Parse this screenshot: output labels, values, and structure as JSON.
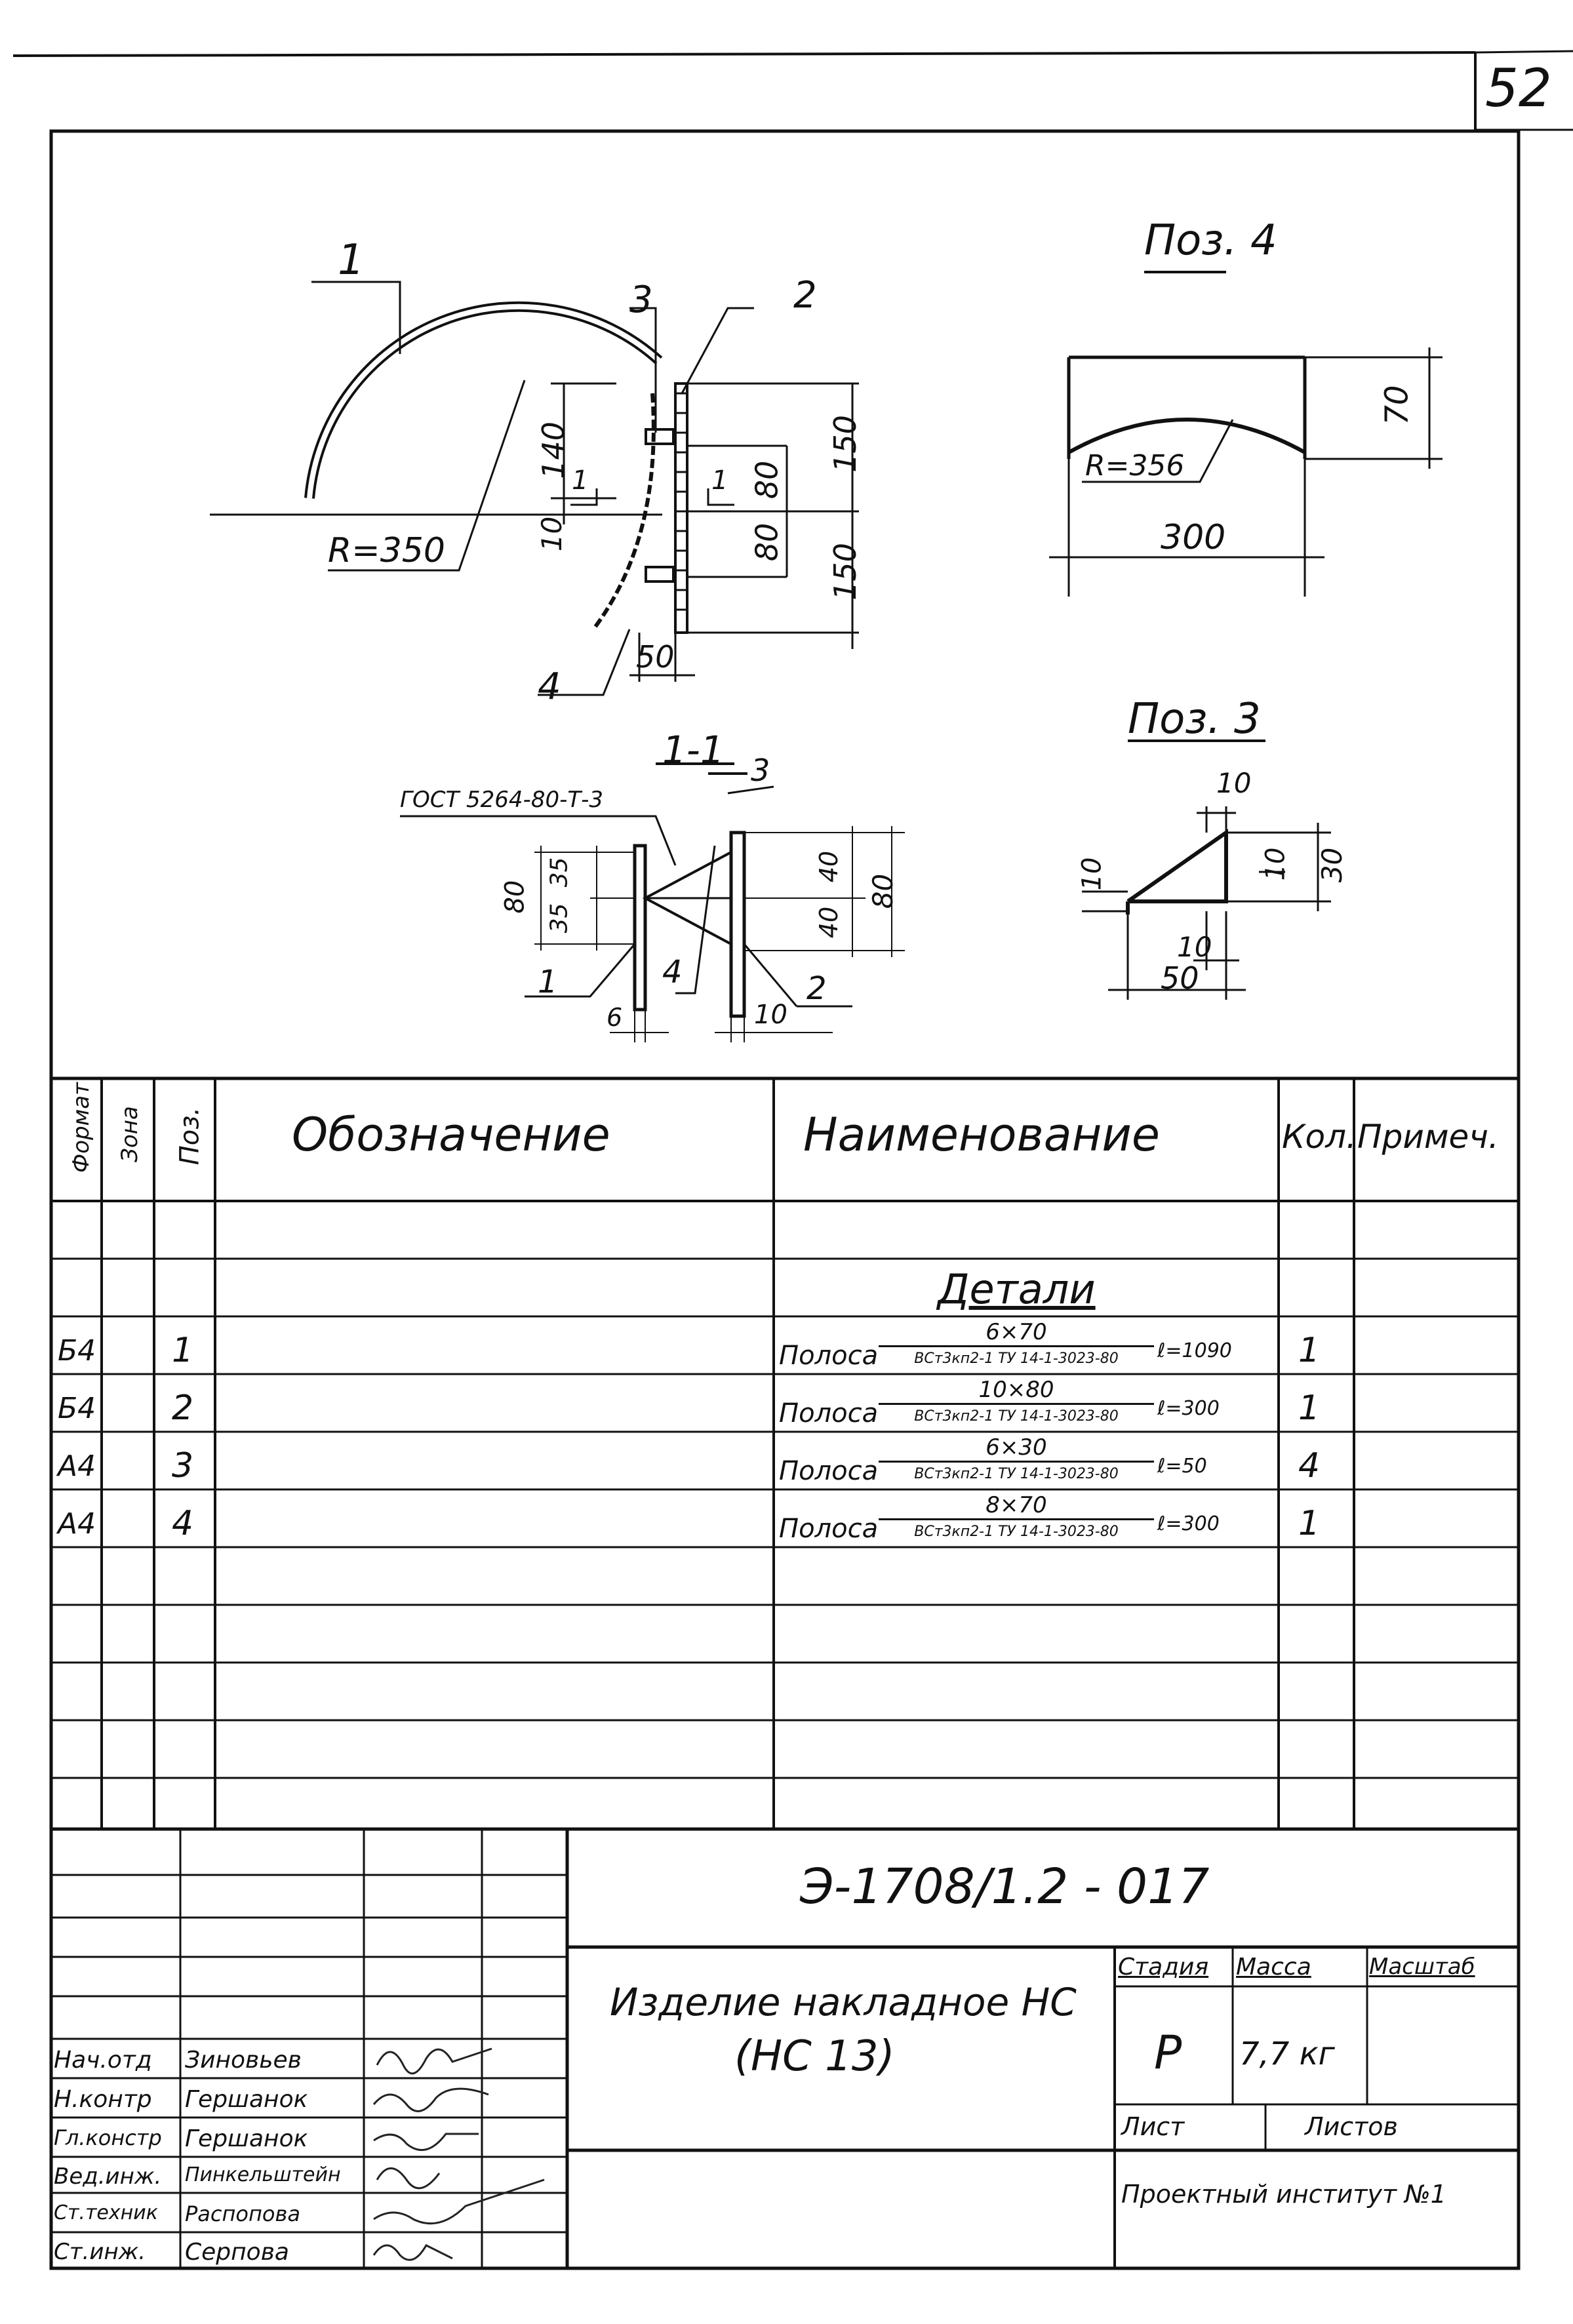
{
  "sheet_number": "52",
  "drawing": {
    "pos4_title": "Поз. 4",
    "pos3_title": "Поз. 3",
    "section_title": "1-1",
    "gost_note": "ГОСТ 5264-80-Т-3",
    "main_view": {
      "callout_1": "1",
      "callout_2": "2",
      "callout_3": "3",
      "callout_4": "4",
      "radius": "R=350",
      "dim_140": "140",
      "dim_10": "10",
      "dim_80_top": "80",
      "dim_80_bottom": "80",
      "dim_150_top": "150",
      "dim_150_bottom": "150",
      "dim_50": "50",
      "section_mark_left": "1",
      "section_mark_right": "1"
    },
    "pos4": {
      "radius": "R=356",
      "dim_300": "300",
      "dim_70": "70"
    },
    "pos3": {
      "dim_10_top": "10",
      "dim_10_left": "10",
      "dim_10_right": "10",
      "dim_30": "30",
      "dim_10_bottom": "10",
      "dim_50": "50"
    },
    "section": {
      "dim_80_left": "80",
      "dim_35a": "35",
      "dim_35b": "35",
      "dim_40a": "40",
      "dim_40b": "40",
      "dim_80_right": "80",
      "callout_1": "1",
      "callout_2": "2",
      "callout_3": "3",
      "callout_4": "4",
      "dim_6": "6",
      "dim_10": "10"
    }
  },
  "spec_table": {
    "headers": {
      "format": "Формат",
      "zone": "Зона",
      "pos": "Поз.",
      "designation": "Обозначение",
      "name": "Наименование",
      "qty": "Кол.",
      "note": "Примеч."
    },
    "section_heading": "Детали",
    "rows": [
      {
        "format": "Б4",
        "pos": "1",
        "name": "Полоса",
        "numerator": "6×70",
        "denominator": "ВСт3кп2-1 ТУ 14-1-3023-80",
        "length": "ℓ=1090",
        "qty": "1"
      },
      {
        "format": "Б4",
        "pos": "2",
        "name": "Полоса",
        "numerator": "10×80",
        "denominator": "ВСт3кп2-1 ТУ 14-1-3023-80",
        "length": "ℓ=300",
        "qty": "1"
      },
      {
        "format": "А4",
        "pos": "3",
        "name": "Полоса",
        "numerator": "6×30",
        "denominator": "ВСт3кп2-1 ТУ 14-1-3023-80",
        "length": "ℓ=50",
        "qty": "4"
      },
      {
        "format": "А4",
        "pos": "4",
        "name": "Полоса",
        "numerator": "8×70",
        "denominator": "ВСт3кп2-1 ТУ 14-1-3023-80",
        "length": "ℓ=300",
        "qty": "1"
      }
    ]
  },
  "title_block": {
    "document_code": "Э-1708/1.2 - 017",
    "product_name": "Изделие накладное НС",
    "product_code": "(НС 13)",
    "stage_label": "Стадия",
    "mass_label": "Масса",
    "scale_label": "Масштаб",
    "stage_value": "Р",
    "mass_value": "7,7 кг",
    "sheet_label": "Лист",
    "sheets_label": "Листов",
    "organization": "Проектный институт №1",
    "signatures": [
      {
        "role": "Нач.отд",
        "name": "Зиновьев"
      },
      {
        "role": "Н.контр",
        "name": "Гершанок"
      },
      {
        "role": "Гл.констр",
        "name": "Гершанок"
      },
      {
        "role": "Вед.инж.",
        "name": "Пинкельштейн"
      },
      {
        "role": "Ст.техник",
        "name": "Распопова"
      },
      {
        "role": "Ст.инж.",
        "name": "Серпова"
      }
    ]
  }
}
